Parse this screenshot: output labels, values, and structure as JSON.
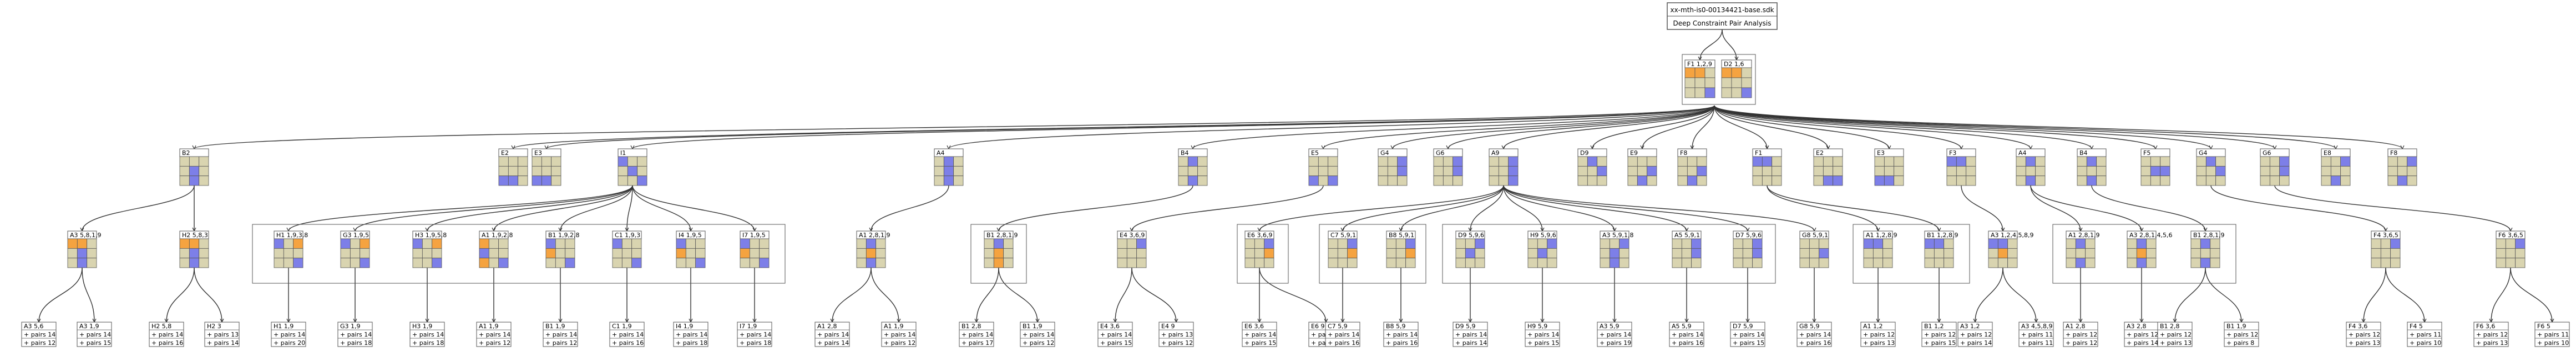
{
  "header": {
    "line1": "xx-mth-is0-00134421-base.sdk",
    "line2": "Deep Constraint Pair Analysis"
  },
  "colors": {
    "cell_bg": "#d9d4b0",
    "cell_orange": "#f5a340",
    "cell_blue": "#7d7fe8",
    "box_border": "#555555",
    "edge": "#333333",
    "page_bg": "#ffffff"
  },
  "root": {
    "label": "",
    "children": [
      {
        "label": "F1 1,2,9",
        "grid": [
          "o",
          "o",
          "",
          "",
          "",
          "",
          "",
          "",
          "b"
        ]
      },
      {
        "label": "D2 1,6",
        "grid": [
          "o",
          "o",
          "",
          "",
          "",
          "",
          "",
          "",
          "b"
        ]
      }
    ]
  },
  "level2": [
    {
      "label": "B2",
      "grid": [
        "",
        "",
        "",
        "",
        "b",
        "",
        "",
        "b",
        ""
      ]
    },
    {
      "label": "E2",
      "grid": [
        "",
        "",
        "",
        "",
        "",
        "",
        "b",
        "b",
        ""
      ]
    },
    {
      "label": "E3",
      "grid": [
        "",
        "",
        "",
        "",
        "",
        "",
        "b",
        "b",
        ""
      ]
    },
    {
      "label": "I1",
      "grid": [
        "b",
        "",
        "",
        "",
        "b",
        "",
        "",
        "",
        "b"
      ]
    },
    {
      "label": "A4",
      "grid": [
        "",
        "b",
        "",
        "",
        "b",
        "",
        "",
        "b",
        ""
      ]
    },
    {
      "label": "B4",
      "grid": [
        "",
        "b",
        "",
        "",
        "",
        "",
        "",
        "b",
        ""
      ]
    },
    {
      "label": "E5",
      "grid": [
        "",
        "",
        "",
        "",
        "",
        "",
        "b",
        "",
        "b"
      ]
    },
    {
      "label": "G4",
      "grid": [
        "",
        "",
        "b",
        "",
        "",
        "b",
        "",
        "",
        ""
      ]
    },
    {
      "label": "G6",
      "grid": [
        "",
        "",
        "b",
        "",
        "",
        "b",
        "",
        "",
        ""
      ]
    },
    {
      "label": "A9",
      "grid": [
        "",
        "",
        "b",
        "",
        "",
        "b",
        "",
        "",
        "b"
      ]
    },
    {
      "label": "D9",
      "grid": [
        "",
        "b",
        "",
        "",
        "",
        "b",
        "",
        "",
        ""
      ]
    },
    {
      "label": "E9",
      "grid": [
        "",
        "",
        "",
        "",
        "",
        "b",
        "",
        "b",
        ""
      ]
    },
    {
      "label": "F8",
      "grid": [
        "",
        "",
        "",
        "",
        "",
        "b",
        "",
        "b",
        ""
      ]
    },
    {
      "label": "F1",
      "grid": [
        "b",
        "b",
        "",
        "",
        "",
        "",
        "",
        "",
        ""
      ]
    },
    {
      "label": "E2",
      "grid": [
        "",
        "",
        "",
        "",
        "",
        "",
        "",
        "b",
        "b"
      ]
    },
    {
      "label": "E3",
      "grid": [
        "",
        "",
        "",
        "",
        "",
        "",
        "b",
        "b",
        ""
      ]
    },
    {
      "label": "F3",
      "grid": [
        "b",
        "b",
        "",
        "",
        "",
        "",
        "",
        "",
        ""
      ]
    },
    {
      "label": "A4",
      "grid": [
        "",
        "b",
        "",
        "",
        "",
        "",
        "",
        "b",
        ""
      ]
    },
    {
      "label": "B4",
      "grid": [
        "",
        "b",
        "",
        "",
        "",
        "",
        "",
        "b",
        ""
      ]
    },
    {
      "label": "F5",
      "grid": [
        "",
        "",
        "",
        "",
        "b",
        "b",
        "",
        "",
        ""
      ]
    },
    {
      "label": "G4",
      "grid": [
        "",
        "b",
        "",
        "",
        "",
        "b",
        "",
        "",
        ""
      ]
    },
    {
      "label": "G6",
      "grid": [
        "",
        "",
        "b",
        "",
        "",
        "b",
        "",
        "",
        ""
      ]
    },
    {
      "label": "E8",
      "grid": [
        "",
        "",
        "b",
        "",
        "",
        "",
        "",
        "b",
        ""
      ]
    },
    {
      "label": "F8",
      "grid": [
        "",
        "",
        "b",
        "",
        "",
        "",
        "",
        "b",
        ""
      ]
    }
  ],
  "level3": [
    {
      "label": "A3 5,8,1,9",
      "grid": [
        "o",
        "o",
        "",
        "",
        "b",
        "",
        "",
        "b",
        ""
      ]
    },
    {
      "label": "H2 5,8,3",
      "grid": [
        "o",
        "o",
        "",
        "",
        "b",
        "",
        "",
        "b",
        ""
      ]
    },
    {
      "label": "H1 1,9,3,8",
      "grid": [
        "b",
        "",
        "o",
        "",
        "",
        "",
        "",
        "",
        "b"
      ]
    },
    {
      "label": "G3 1,9,5",
      "grid": [
        "b",
        "",
        "o",
        "",
        "",
        "",
        "",
        "",
        "b"
      ]
    },
    {
      "label": "H3 1,9,5,8",
      "grid": [
        "b",
        "",
        "o",
        "",
        "",
        "",
        "",
        "",
        "b"
      ]
    },
    {
      "label": "A1 1,9,2,8",
      "grid": [
        "o",
        "",
        "",
        "b",
        "",
        "",
        "o",
        "",
        "b"
      ]
    },
    {
      "label": "B1 1,9,2,8",
      "grid": [
        "b",
        "",
        "",
        "o",
        "",
        "",
        "",
        "",
        "b"
      ]
    },
    {
      "label": "C1 1,9,3",
      "grid": [
        "b",
        "",
        "",
        "",
        "",
        "",
        "",
        "",
        "b"
      ]
    },
    {
      "label": "I4 1,9,5",
      "grid": [
        "b",
        "",
        "",
        "o",
        "",
        "",
        "",
        "",
        "b"
      ]
    },
    {
      "label": "I7 1,9,5",
      "grid": [
        "b",
        "",
        "",
        "o",
        "",
        "",
        "",
        "",
        "b"
      ]
    },
    {
      "label": "A1 2,8,1,9",
      "grid": [
        "",
        "b",
        "",
        "",
        "o",
        "",
        "",
        "b",
        ""
      ]
    },
    {
      "label": "B1 2,8,1,9",
      "grid": [
        "",
        "b",
        "",
        "",
        "o",
        "",
        "",
        "o",
        ""
      ]
    },
    {
      "label": "E4 3,6,9",
      "grid": [
        "",
        "",
        "b",
        "",
        "",
        "",
        "",
        "",
        ""
      ]
    },
    {
      "label": "E6 3,6,9",
      "grid": [
        "",
        "",
        "b",
        "",
        "",
        "o",
        "",
        "",
        ""
      ]
    },
    {
      "label": "C7 5,9,1",
      "grid": [
        "",
        "",
        "b",
        "",
        "",
        "o",
        "",
        "",
        ""
      ]
    },
    {
      "label": "B8 5,9,1",
      "grid": [
        "",
        "",
        "b",
        "",
        "",
        "o",
        "",
        "",
        ""
      ]
    },
    {
      "label": "D9 5,9,6",
      "grid": [
        "",
        "",
        "b",
        "",
        "b",
        "",
        "",
        "",
        ""
      ]
    },
    {
      "label": "H9 5,9,6",
      "grid": [
        "",
        "",
        "b",
        "",
        "b",
        "",
        "",
        "",
        ""
      ]
    },
    {
      "label": "A3 5,9,1,8",
      "grid": [
        "",
        "",
        "b",
        "",
        "b",
        "",
        "",
        "b",
        ""
      ]
    },
    {
      "label": "A5 5,9,1",
      "grid": [
        "",
        "",
        "b",
        "",
        "",
        "b",
        "",
        "",
        ""
      ]
    },
    {
      "label": "D7 5,9,6",
      "grid": [
        "",
        "",
        "b",
        "",
        "",
        "b",
        "",
        "",
        ""
      ]
    },
    {
      "label": "G8 5,9,1",
      "grid": [
        "",
        "",
        "",
        "",
        "",
        "b",
        "",
        "",
        ""
      ]
    },
    {
      "label": "A1 1,2,8,9",
      "grid": [
        "b",
        "b",
        "",
        "",
        "",
        "",
        "",
        "",
        ""
      ]
    },
    {
      "label": "B1 1,2,8,9",
      "grid": [
        "b",
        "b",
        "",
        "",
        "",
        "",
        "",
        "",
        ""
      ]
    },
    {
      "label": "A3 1,2,4,5,8,9",
      "grid": [
        "b",
        "b",
        "",
        "",
        "o",
        "",
        "",
        "",
        ""
      ]
    },
    {
      "label": "A1 2,8,1,9",
      "grid": [
        "",
        "b",
        "",
        "",
        "",
        "",
        "",
        "b",
        ""
      ]
    },
    {
      "label": "A3 2,8,1,4,5,6",
      "grid": [
        "",
        "b",
        "",
        "",
        "o",
        "",
        "",
        "b",
        ""
      ]
    },
    {
      "label": "B1 2,8,1,9",
      "grid": [
        "",
        "b",
        "",
        "",
        "",
        "",
        "",
        "b",
        ""
      ]
    },
    {
      "label": "F4 3,6,5",
      "grid": [
        "",
        "",
        "b",
        "",
        "",
        "",
        "",
        "",
        ""
      ]
    },
    {
      "label": "F6 3,6,5",
      "grid": [
        "",
        "",
        "b",
        "",
        "",
        "",
        "",
        "",
        ""
      ]
    }
  ],
  "leaves": [
    {
      "title": "A3 5,6",
      "line1": "+ pairs 14",
      "line2": "+ pairs 12"
    },
    {
      "title": "A3 1,9",
      "line1": "+ pairs 14",
      "line2": "+ pairs 15"
    },
    {
      "title": "H2 5,8",
      "line1": "+ pairs 14",
      "line2": "+ pairs 16"
    },
    {
      "title": "H2 3",
      "line1": "+ pairs 13",
      "line2": "+ pairs 14"
    },
    {
      "title": "H1 1,9",
      "line1": "+ pairs 14",
      "line2": "+ pairs 20"
    },
    {
      "title": "G3 1,9",
      "line1": "+ pairs 14",
      "line2": "+ pairs 18"
    },
    {
      "title": "H3 1,9",
      "line1": "+ pairs 14",
      "line2": "+ pairs 18"
    },
    {
      "title": "A1 1,9",
      "line1": "+ pairs 14",
      "line2": "+ pairs 12"
    },
    {
      "title": "B1 1,9",
      "line1": "+ pairs 14",
      "line2": "+ pairs 12"
    },
    {
      "title": "C1 1,9",
      "line1": "+ pairs 14",
      "line2": "+ pairs 16"
    },
    {
      "title": "I4 1,9",
      "line1": "+ pairs 14",
      "line2": "+ pairs 18"
    },
    {
      "title": "I7 1,9",
      "line1": "+ pairs 14",
      "line2": "+ pairs 18"
    },
    {
      "title": "A1 2,8",
      "line1": "+ pairs 14",
      "line2": "+ pairs 14"
    },
    {
      "title": "A1 1,9",
      "line1": "+ pairs 14",
      "line2": "+ pairs 12"
    },
    {
      "title": "B1 2,8",
      "line1": "+ pairs 14",
      "line2": "+ pairs 17"
    },
    {
      "title": "B1 1,9",
      "line1": "+ pairs 14",
      "line2": "+ pairs 12"
    },
    {
      "title": "E4 3,6",
      "line1": "+ pairs 14",
      "line2": "+ pairs 15"
    },
    {
      "title": "E4 9",
      "line1": "+ pairs 13",
      "line2": "+ pairs 12"
    },
    {
      "title": "E6 3,6",
      "line1": "+ pairs 14",
      "line2": "+ pairs 15"
    },
    {
      "title": "E6 9",
      "line1": "+ pairs 13",
      "line2": "+ pairs 12"
    },
    {
      "title": "C7 5,9",
      "line1": "+ pairs 14",
      "line2": "+ pairs 16"
    },
    {
      "title": "B8 5,9",
      "line1": "+ pairs 14",
      "line2": "+ pairs 16"
    },
    {
      "title": "D9 5,9",
      "line1": "+ pairs 14",
      "line2": "+ pairs 14"
    },
    {
      "title": "H9 5,9",
      "line1": "+ pairs 14",
      "line2": "+ pairs 15"
    },
    {
      "title": "A3 5,9",
      "line1": "+ pairs 14",
      "line2": "+ pairs 19"
    },
    {
      "title": "A5 5,9",
      "line1": "+ pairs 14",
      "line2": "+ pairs 16"
    },
    {
      "title": "D7 5,9",
      "line1": "+ pairs 14",
      "line2": "+ pairs 15"
    },
    {
      "title": "G8 5,9",
      "line1": "+ pairs 14",
      "line2": "+ pairs 16"
    },
    {
      "title": "A1 1,2",
      "line1": "+ pairs 12",
      "line2": "+ pairs 13"
    },
    {
      "title": "B1 1,2",
      "line1": "+ pairs 12",
      "line2": "+ pairs 15"
    },
    {
      "title": "A3 1,2",
      "line1": "+ pairs 12",
      "line2": "+ pairs 14"
    },
    {
      "title": "A3 4,5,8,9",
      "line1": "+ pairs 11",
      "line2": "+ pairs 11"
    },
    {
      "title": "A1 2,8",
      "line1": "+ pairs 12",
      "line2": "+ pairs 12"
    },
    {
      "title": "A3 2,8",
      "line1": "+ pairs 12",
      "line2": "+ pairs 14"
    },
    {
      "title": "B1 2,8",
      "line1": "+ pairs 12",
      "line2": "+ pairs 13"
    },
    {
      "title": "B1 1,9",
      "line1": "+ pairs 12",
      "line2": "+ pairs 8"
    },
    {
      "title": "F4 3,6",
      "line1": "+ pairs 12",
      "line2": "+ pairs 13"
    },
    {
      "title": "F4 5",
      "line1": "+ pairs 11",
      "line2": "+ pairs 10"
    },
    {
      "title": "F6 3,6",
      "line1": "+ pairs 12",
      "line2": "+ pairs 13"
    },
    {
      "title": "F6 5",
      "line1": "+ pairs 11",
      "line2": "+ pairs 10"
    }
  ]
}
